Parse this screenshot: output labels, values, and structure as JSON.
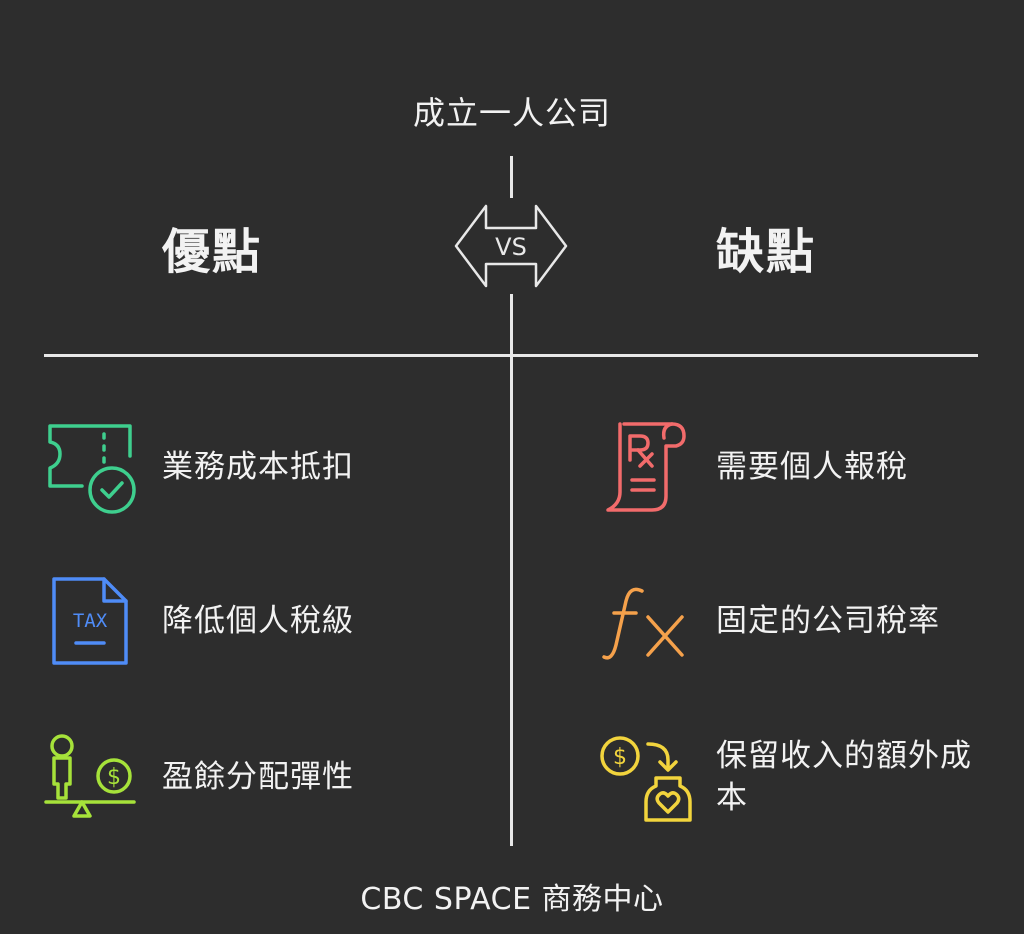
{
  "title": "成立一人公司",
  "vs_label": "VS",
  "pros": {
    "heading": "優點",
    "items": [
      {
        "label": "業務成本抵扣",
        "icon": "ticket-check-icon",
        "color": "#3ecf8e"
      },
      {
        "label": "降低個人稅級",
        "icon": "tax-document-icon",
        "color": "#4f8cf7"
      },
      {
        "label": "盈餘分配彈性",
        "icon": "person-balance-money-icon",
        "color": "#a6e23a"
      }
    ]
  },
  "cons": {
    "heading": "缺點",
    "items": [
      {
        "label": "需要個人報稅",
        "icon": "prescription-scroll-icon",
        "color": "#f26b6b"
      },
      {
        "label": "固定的公司稅率",
        "icon": "function-fx-icon",
        "color": "#f5a14b"
      },
      {
        "label": "保留收入的額外成本",
        "icon": "money-to-jar-icon",
        "color": "#f2d43d"
      }
    ]
  },
  "footer": "CBC SPACE 商務中心"
}
